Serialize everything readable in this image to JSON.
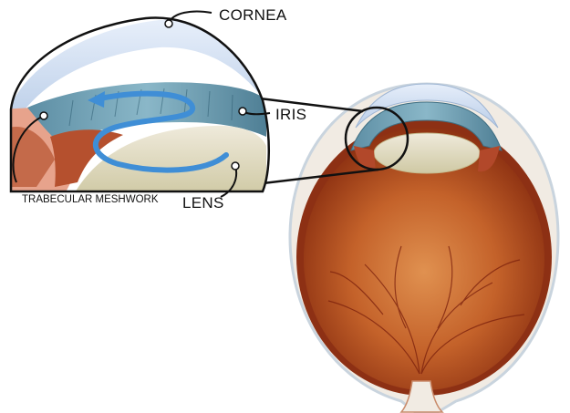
{
  "labels": {
    "cornea": "CORNEA",
    "iris": "IRIS",
    "lens": "LENS",
    "trabecular": "TRABECULAR MESHWORK"
  },
  "colors": {
    "eye_interior": "#b8501e",
    "eye_interior_light": "#dd8a4a",
    "sclera": "#f3ede6",
    "choroid": "#8a2f12",
    "iris": "#6f9fb3",
    "cornea": "#c9daf0",
    "lens": "#e6e1c4",
    "fluid_flow": "#3f8ed6",
    "outline": "#111111"
  },
  "icons": {
    "flow_arrow": "aqueous-flow-arrow"
  }
}
